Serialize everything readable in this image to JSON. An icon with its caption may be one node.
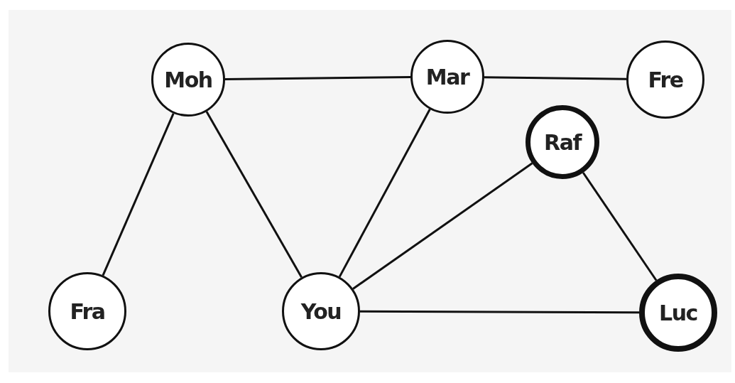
{
  "diagram": {
    "nodes": [
      {
        "text": [
          "Moh"
        ]
      },
      {
        "text": [
          "Mar"
        ]
      },
      {
        "text": [
          "Fre"
        ]
      },
      {
        "text": [
          "Raf"
        ]
      },
      {
        "text": [
          "Fra"
        ]
      },
      {
        "text": [
          "You"
        ]
      },
      {
        "text": [
          "Luc"
        ]
      }
    ],
    "edges": [
      {
        "from": 0,
        "to": 1,
        "arrow": "none"
      },
      {
        "from": 1,
        "to": 2,
        "arrow": "none"
      },
      {
        "from": 0,
        "to": 4,
        "arrow": "none"
      },
      {
        "from": 0,
        "to": 5,
        "arrow": "none"
      },
      {
        "from": 1,
        "to": 5,
        "arrow": "none"
      },
      {
        "from": 3,
        "to": 5,
        "arrow": "none"
      },
      {
        "from": 3,
        "to": 6,
        "arrow": "none"
      },
      {
        "from": 5,
        "to": 6,
        "arrow": "none"
      }
    ]
  }
}
